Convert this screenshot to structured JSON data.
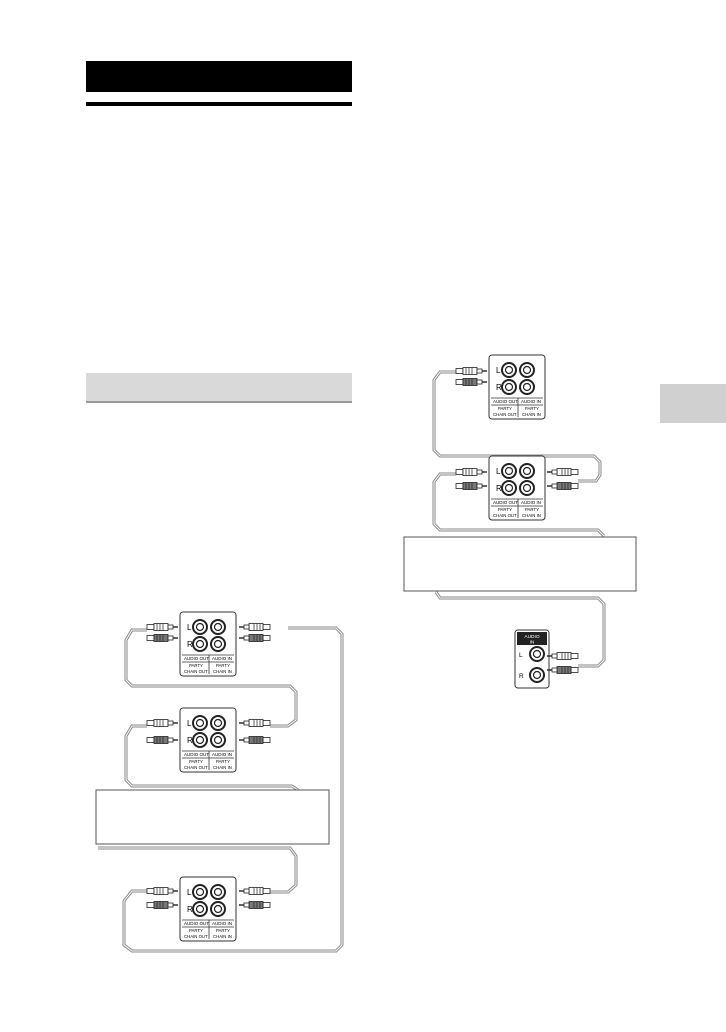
{
  "colors": {
    "title_bar": "#000000",
    "section_bar": "#d9d9d9",
    "side_tab": "#d0d0d0",
    "cable": "#8a8a8a"
  },
  "connector": {
    "left_label": "L",
    "right_label": "R",
    "audio_out": "AUDIO OUT",
    "audio_in": "AUDIO IN",
    "party_chain_out_1": "PARTY",
    "party_chain_out_2": "CHAIN OUT",
    "party_chain_in_1": "PARTY",
    "party_chain_in_2": "CHAIN IN"
  },
  "tv_jack": {
    "label_1": "AUDIO",
    "label_2": "IN",
    "left_label": "L",
    "right_label": "R"
  }
}
